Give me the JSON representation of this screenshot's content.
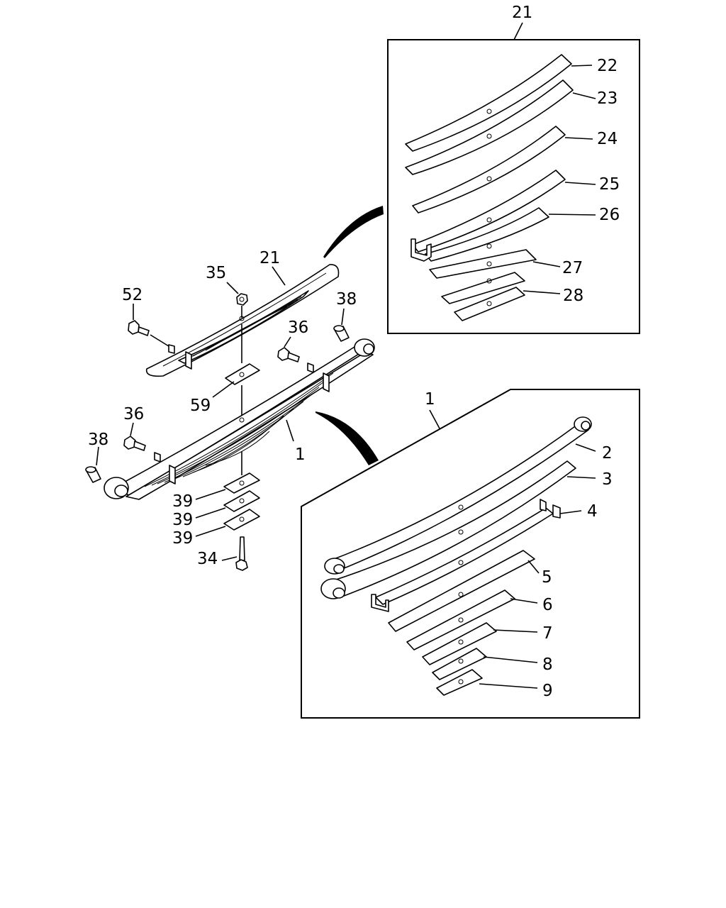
{
  "diagram": {
    "callouts": {
      "c21_top": "21",
      "c22": "22",
      "c23": "23",
      "c24": "24",
      "c25": "25",
      "c26": "26",
      "c27": "27",
      "c28": "28",
      "c21_main": "21",
      "c35": "35",
      "c52": "52",
      "c38_right": "38",
      "c36_right": "36",
      "c59": "59",
      "c36_left": "36",
      "c38_left": "38",
      "c1_main": "1",
      "c39_a": "39",
      "c39_b": "39",
      "c39_c": "39",
      "c34": "34",
      "c1_box": "1",
      "c2": "2",
      "c3": "3",
      "c4": "4",
      "c5": "5",
      "c6": "6",
      "c7": "7",
      "c8": "8",
      "c9": "9"
    }
  }
}
